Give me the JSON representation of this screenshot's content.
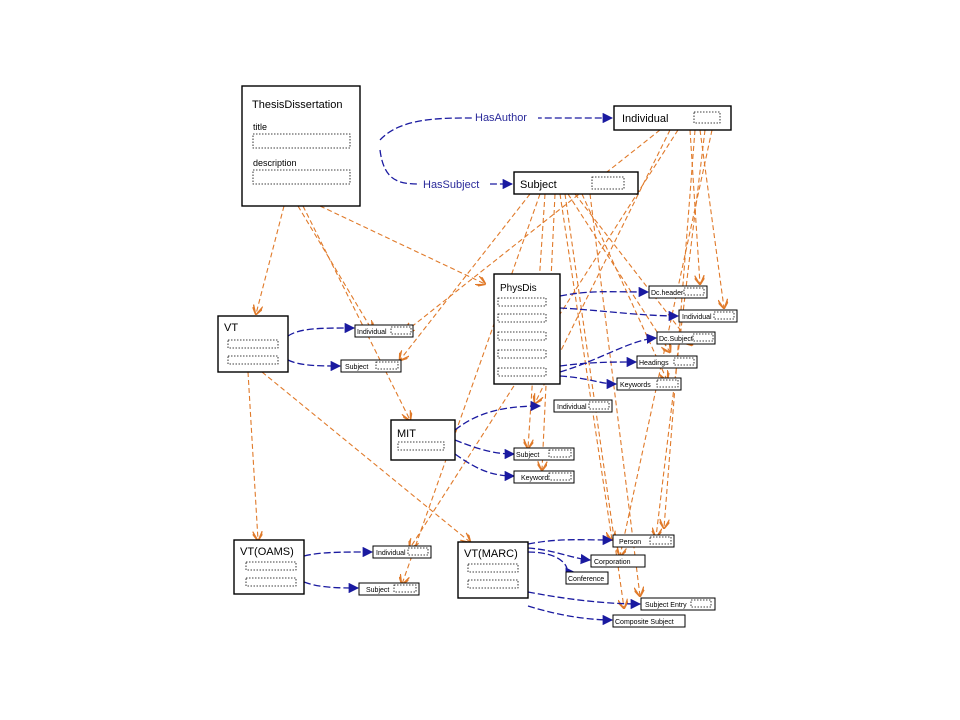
{
  "nodes": {
    "thesis": {
      "title": "ThesisDissertation",
      "field1": "title",
      "field2": "description"
    },
    "individual_top": {
      "label": "Individual"
    },
    "subject_top": {
      "label": "Subject"
    },
    "physdis": {
      "label": "PhysDis"
    },
    "vt": {
      "label": "VT"
    },
    "mit": {
      "label": "MIT"
    },
    "vt_oams": {
      "label": "VT(OAMS)"
    },
    "vt_marc": {
      "label": "VT(MARC)"
    },
    "vt_individual": {
      "label": "Individual"
    },
    "vt_subject": {
      "label": "Subject"
    },
    "pd_docheader": {
      "label": "Dc.header"
    },
    "pd_individual": {
      "label": "Individual"
    },
    "pd_dcsubject": {
      "label": "Dc.Subject"
    },
    "pd_headings": {
      "label": "Headings"
    },
    "pd_keywords": {
      "label": "Keywords"
    },
    "mit_individual": {
      "label": "Individual"
    },
    "mit_subject": {
      "label": "Subject"
    },
    "mit_keywords": {
      "label": "Keywords"
    },
    "oams_individual": {
      "label": "Individual"
    },
    "oams_subject": {
      "label": "Subject"
    },
    "marc_person": {
      "label": "Person"
    },
    "marc_corporation": {
      "label": "Corporation"
    },
    "marc_conference": {
      "label": "Conference"
    },
    "marc_subject_entry": {
      "label": "Subject Entry"
    },
    "marc_composite": {
      "label": "Composite Subject"
    }
  },
  "edges": {
    "has_author": "HasAuthor",
    "has_subject": "HasSubject"
  },
  "colors": {
    "relationship_edge": "#1a1aa0",
    "mapping_edge": "#e07a2a"
  }
}
